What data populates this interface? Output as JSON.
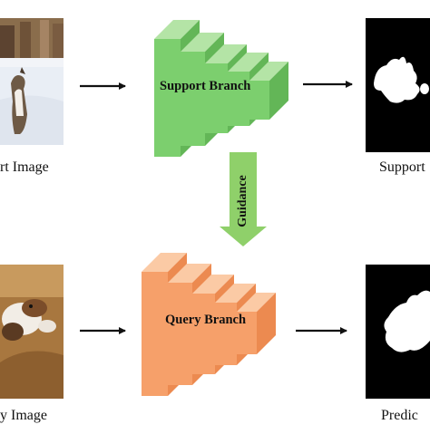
{
  "support_image_label": "rt Image",
  "query_image_label": "y Image",
  "support_mask_label": "Support",
  "query_mask_label": "Predic",
  "support_branch_label": "Support Branch",
  "query_branch_label": "Query Branch",
  "guidance_label": "Guidance",
  "colors": {
    "support_branch": "#7ccf6e",
    "query_branch": "#f6a06a",
    "guidance_arrow": "#8fd06a",
    "arrow": "#111111",
    "mask_background": "#000000",
    "mask_foreground": "#ffffff"
  }
}
